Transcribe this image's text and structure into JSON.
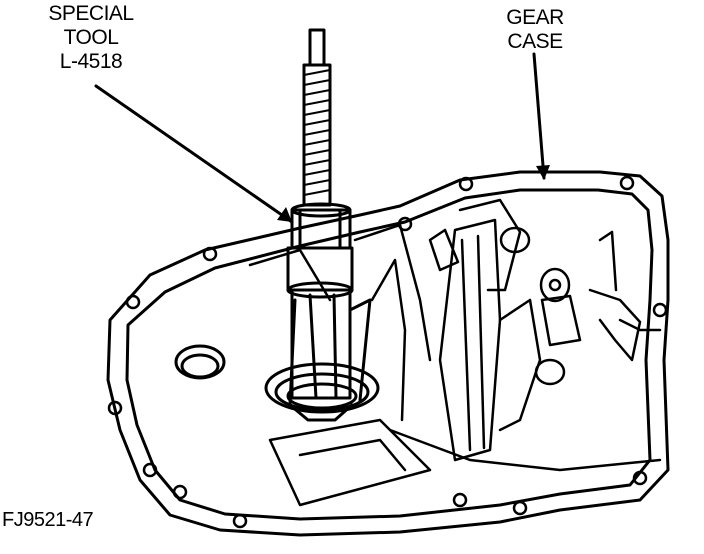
{
  "labels": {
    "special_tool": {
      "line1": "SPECIAL",
      "line2": "TOOL",
      "line3": "L-4518"
    },
    "gear_case": {
      "line1": "GEAR",
      "line2": "CASE"
    },
    "figure_number": "FJ9521-47"
  },
  "colors": {
    "ink": "#000000",
    "paper": "#ffffff"
  }
}
